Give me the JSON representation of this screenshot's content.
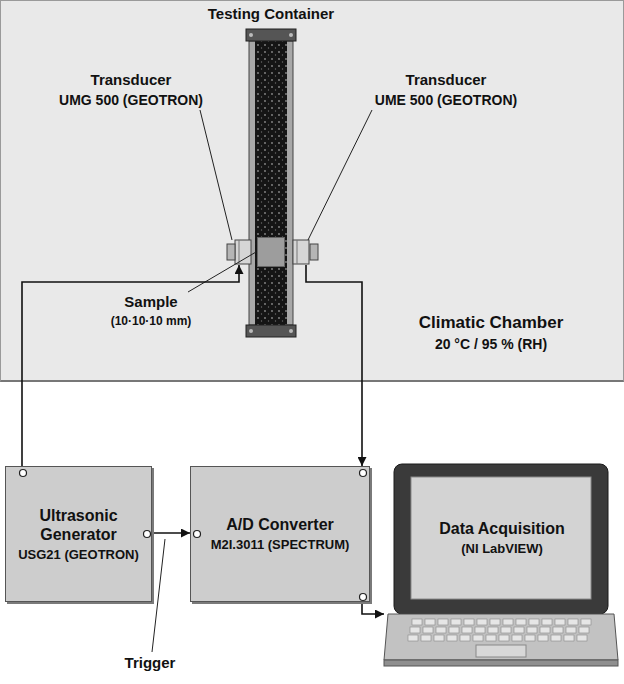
{
  "diagram": {
    "nodes": [
      {
        "text": [
          "Climatic Chamber",
          "20 °C / 95 % (RH)"
        ]
      },
      {
        "text": [
          "Testing Container"
        ],
        "in": 0
      },
      {
        "text": [
          "Transducer",
          "UMG 500 (GEOTRON)"
        ],
        "in": 0
      },
      {
        "text": [
          "Sample",
          "(10·10·10 mm)"
        ],
        "in": 1
      },
      {
        "text": [
          "Transducer",
          "UME 500 (GEOTRON)"
        ],
        "in": 0
      },
      {
        "text": [
          "Ultrasonic Generator",
          "USG21 (GEOTRON)"
        ]
      },
      {
        "text": [
          "A/D Converter",
          "M2I.3011 (SPECTRUM)"
        ]
      },
      {
        "text": [
          "Data Acquisition",
          "(NI LabVIEW)"
        ]
      }
    ],
    "edges": [
      {
        "from": 5,
        "to": 2,
        "arrow": "to"
      },
      {
        "from": 5,
        "to": 6,
        "label": "Trigger",
        "arrow": "to"
      },
      {
        "from": 4,
        "to": 6,
        "arrow": "to"
      },
      {
        "from": 6,
        "to": 7,
        "arrow": "to"
      }
    ]
  }
}
